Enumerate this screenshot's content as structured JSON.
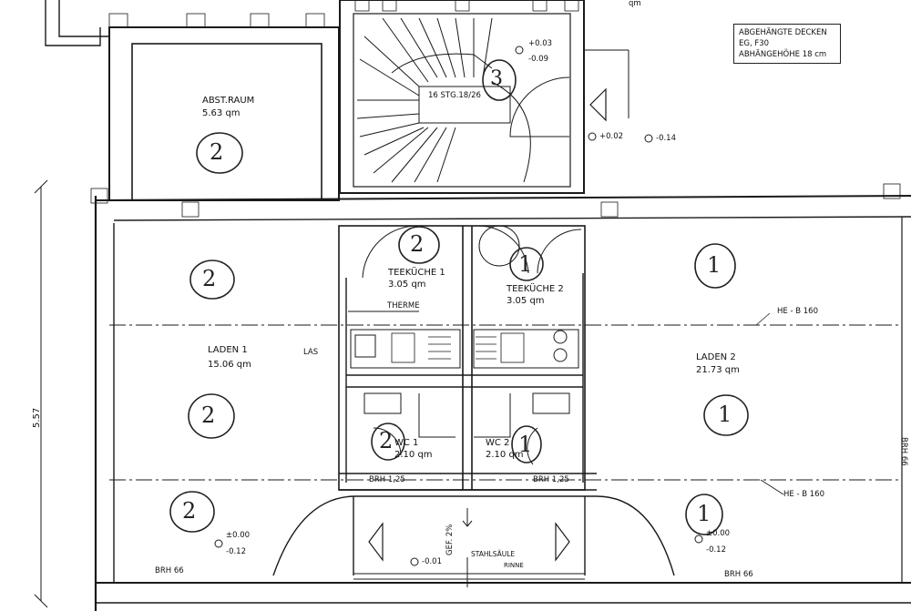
{
  "rooms": {
    "abstraum": {
      "name": "ABST.RAUM",
      "area": "5.63 qm",
      "mark": "2"
    },
    "stair": {
      "label": "16  STG.18/26",
      "mark": "3"
    },
    "laden1": {
      "name": "LADEN 1",
      "area": "15.06 qm",
      "marks": [
        "2",
        "2",
        "2"
      ]
    },
    "laden2": {
      "name": "LADEN 2",
      "area": "21.73 qm",
      "marks": [
        "1",
        "1",
        "1"
      ]
    },
    "teekueche1": {
      "name": "TEEKÜCHE 1",
      "area": "3.05 qm",
      "mark": "2"
    },
    "teekueche2": {
      "name": "TEEKÜCHE 2",
      "area": "3.05 qm",
      "mark": "1"
    },
    "wc1": {
      "name": "WC 1",
      "area": "2.10 qm",
      "mark": "2"
    },
    "wc2": {
      "name": "WC 2",
      "area": "2.10 qm",
      "mark": "1"
    }
  },
  "note": {
    "line1": "ABGEHÄNGTE DECKEN",
    "line2": "EG, F30",
    "line3": "ABHÄNGEHÖHE 18 cm"
  },
  "labels": {
    "therme": "THERME",
    "las": "LAS",
    "he_b_160": "HE - B 160",
    "brh_125": "BRH 1,25",
    "brh_66": "BRH 66",
    "brh_66_vertical": "BRH 66",
    "stahlsaeule": "STAHLSÄULE",
    "rinne": "RINNE",
    "gefaelle": "GEF. 2%",
    "dim_557": "5.57",
    "top_qm": "qm"
  },
  "levels": {
    "stair_top_plus": "+0.03",
    "stair_top_minus": "-0.09",
    "stair_landing": "+0.02",
    "stair_right": "-0.14",
    "laden1_plus": "±0.00",
    "laden1_minus": "-0.12",
    "laden2_plus": "±0.00",
    "laden2_minus": "-0.12",
    "entrance": "-0.01"
  }
}
